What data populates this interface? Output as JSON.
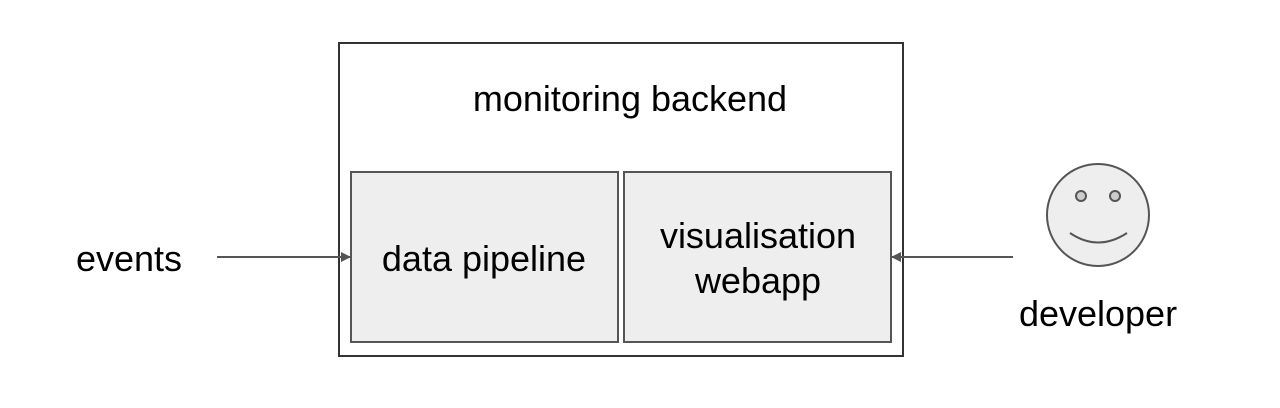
{
  "diagram": {
    "backend": {
      "title": "monitoring backend"
    },
    "components": {
      "pipeline": "data pipeline",
      "webapp_line1": "visualisation",
      "webapp_line2": "webapp"
    },
    "inputs": {
      "events": "events"
    },
    "actors": {
      "developer": "developer"
    },
    "colors": {
      "stroke": "#333333",
      "box_fill": "#eeeeee",
      "smiley_fill": "#eeeeee",
      "smiley_stroke": "#555555",
      "arrow": "#555555"
    }
  }
}
